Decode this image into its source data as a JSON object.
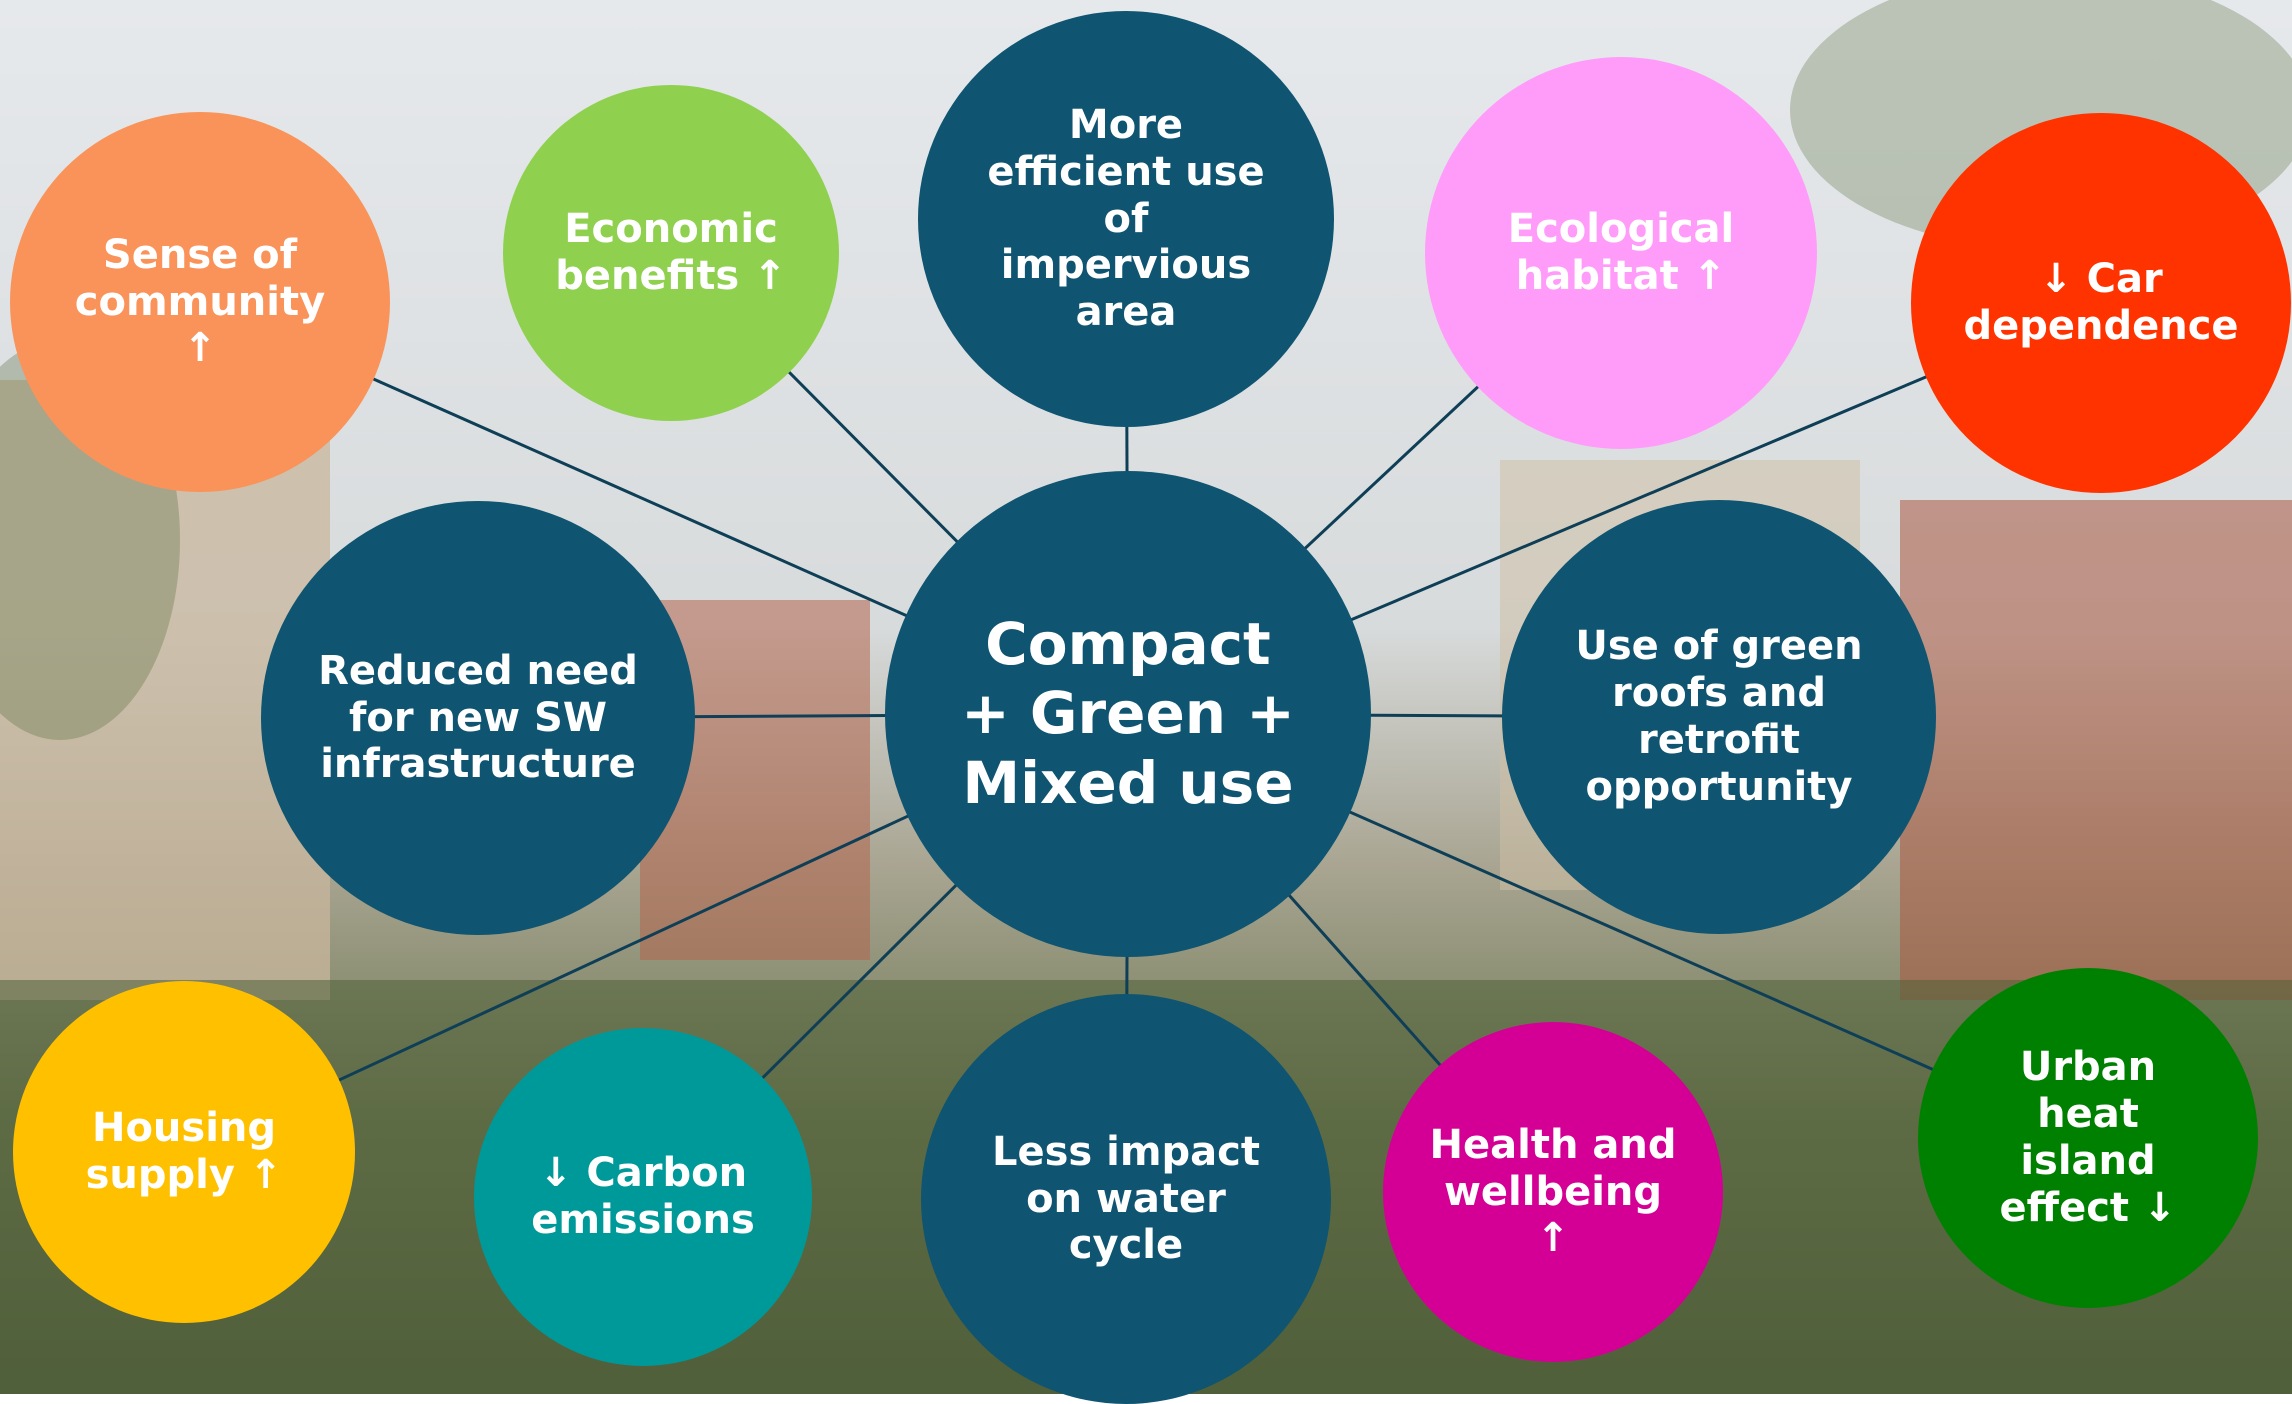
{
  "center": {
    "label": "Compact\n+ Green +\nMixed use",
    "color": "#0f5470"
  },
  "nodes": [
    {
      "id": "sense-of-community",
      "label": "Sense of\ncommunity\n↑",
      "color": "#f9935a"
    },
    {
      "id": "economic-benefits",
      "label": "Economic\nbenefits ↑",
      "color": "#8fd14f"
    },
    {
      "id": "efficient-impervious-area",
      "label": "More\nefficient use\nof\nimpervious\narea",
      "color": "#0f5470"
    },
    {
      "id": "ecological-habitat",
      "label": "Ecological\nhabitat ↑",
      "color": "#ff9cfa"
    },
    {
      "id": "car-dependence",
      "label": "↓ Car\ndependence",
      "color": "#ff3300"
    },
    {
      "id": "reduced-sw-infrastructure",
      "label": "Reduced need\nfor new SW\ninfrastructure",
      "color": "#0f5470"
    },
    {
      "id": "green-roofs-retrofit",
      "label": "Use of green\nroofs and\nretrofit\nopportunity",
      "color": "#0f5470"
    },
    {
      "id": "housing-supply",
      "label": "Housing\nsupply ↑",
      "color": "#ffc000"
    },
    {
      "id": "carbon-emissions",
      "label": "↓ Carbon\nemissions",
      "color": "#009999"
    },
    {
      "id": "water-cycle-impact",
      "label": "Less impact\non water\ncycle",
      "color": "#0f5470"
    },
    {
      "id": "health-wellbeing",
      "label": "Health and\nwellbeing\n↑",
      "color": "#d40095"
    },
    {
      "id": "urban-heat-island",
      "label": "Urban\nheat\nisland\neffect ↓",
      "color": "#008000"
    }
  ],
  "line_color": "#0e3f57"
}
